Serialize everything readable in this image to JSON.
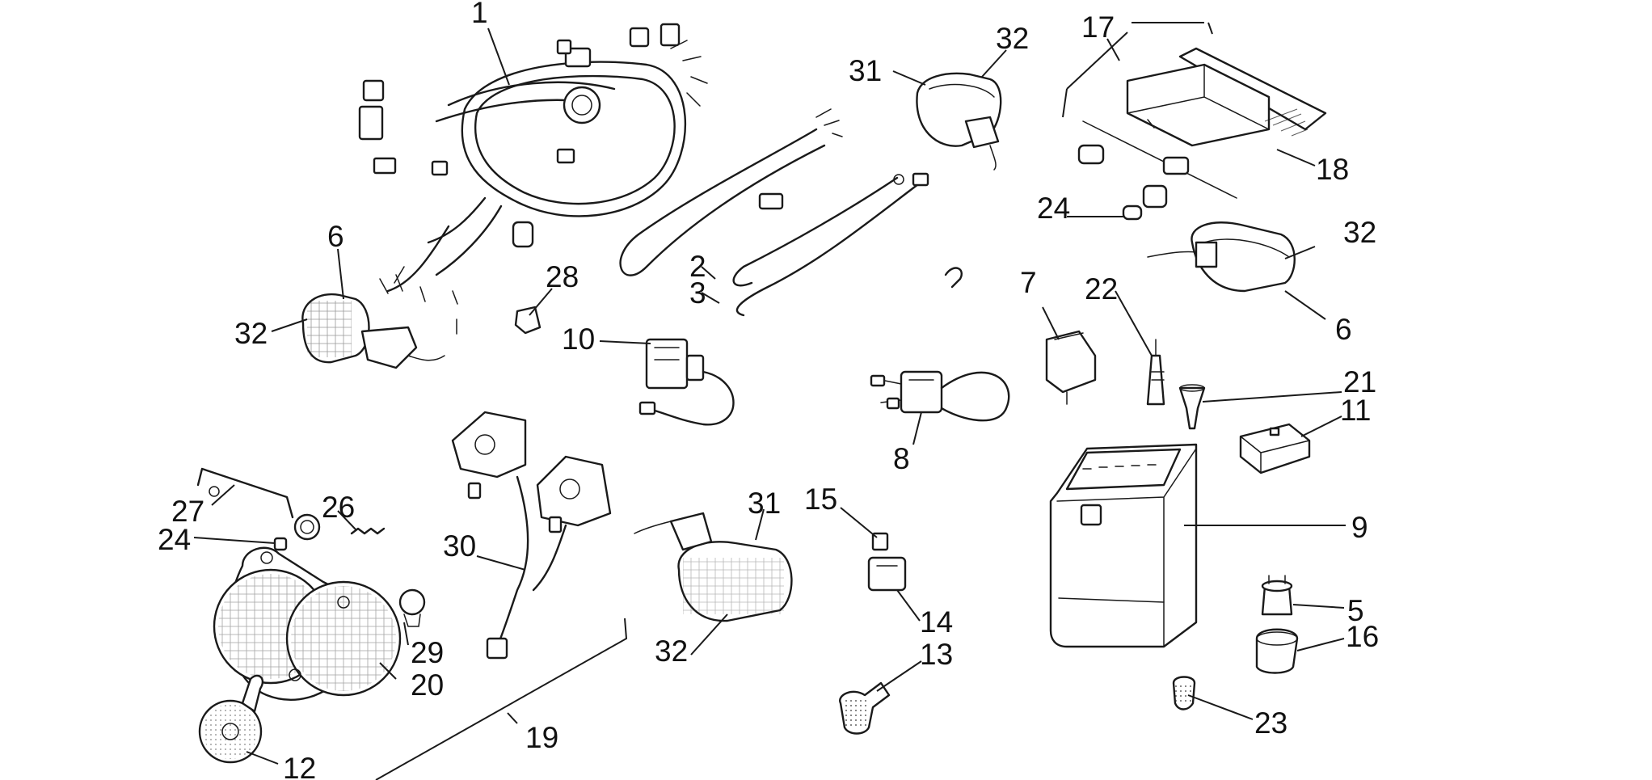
{
  "callouts": {
    "c1": "1",
    "c2": "2",
    "c3": "3",
    "c5": "5",
    "c6a": "6",
    "c6b": "6",
    "c7": "7",
    "c8": "8",
    "c9": "9",
    "c10": "10",
    "c11": "11",
    "c12": "12",
    "c13": "13",
    "c14": "14",
    "c15": "15",
    "c16": "16",
    "c17": "17",
    "c18": "18",
    "c19": "19",
    "c20": "20",
    "c21": "21",
    "c22": "22",
    "c23": "23",
    "c24a": "24",
    "c24b": "24",
    "c26": "26",
    "c27": "27",
    "c28": "28",
    "c29": "29",
    "c30": "30",
    "c31a": "31",
    "c31b": "31",
    "c32a": "32",
    "c32b": "32",
    "c32c": "32",
    "c32d": "32"
  }
}
